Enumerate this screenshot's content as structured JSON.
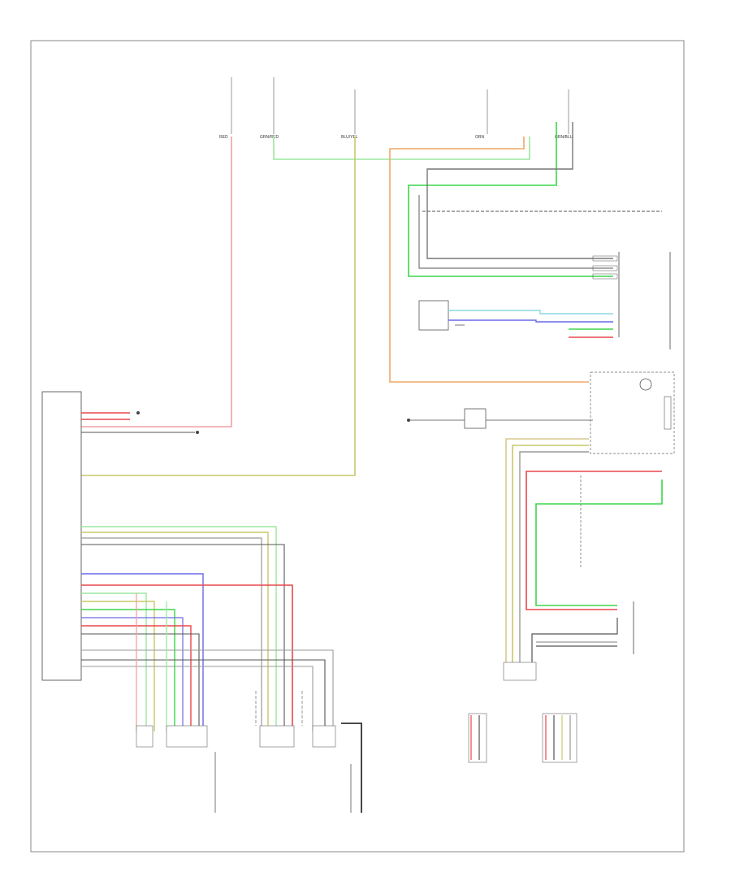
{
  "diagram": {
    "footer_code": "",
    "top_sources": [
      {
        "id": "src-1",
        "title": "",
        "pin": "",
        "wire": "RED"
      },
      {
        "id": "src-2",
        "title": "",
        "pin": "",
        "wire": "GRN/RED"
      },
      {
        "id": "src-3",
        "title": "",
        "pin": "",
        "wire": "BLU/YEL"
      },
      {
        "id": "src-4",
        "title": "",
        "pin": "",
        "wire": "ORN"
      },
      {
        "id": "src-5",
        "title": "",
        "pin": "",
        "wire": "GRN/BLU"
      }
    ],
    "components": [
      {
        "id": "power-steering-module",
        "label": ""
      },
      {
        "id": "steering-sensor",
        "label": ""
      },
      {
        "id": "sensor-box",
        "label": ""
      },
      {
        "id": "mode-switch",
        "label": ""
      },
      {
        "id": "junction-connector",
        "label": ""
      },
      {
        "id": "torque-sensor",
        "label": ""
      },
      {
        "id": "motor",
        "label": ""
      },
      {
        "id": "ground-1",
        "label": ""
      },
      {
        "id": "ground-2",
        "label": ""
      },
      {
        "id": "ground-3",
        "label": ""
      }
    ],
    "wire_colors": {
      "red": "#e8464b",
      "pink": "#f4a0a4",
      "green": "#3cd64b",
      "lightgreen": "#9be89e",
      "olive": "#c8c86a",
      "orange": "#f0a868",
      "blue": "#6a6ae8",
      "cyan": "#8ad8e0",
      "gray": "#9a9a9a",
      "black": "#333333",
      "tan": "#d8c890"
    }
  }
}
